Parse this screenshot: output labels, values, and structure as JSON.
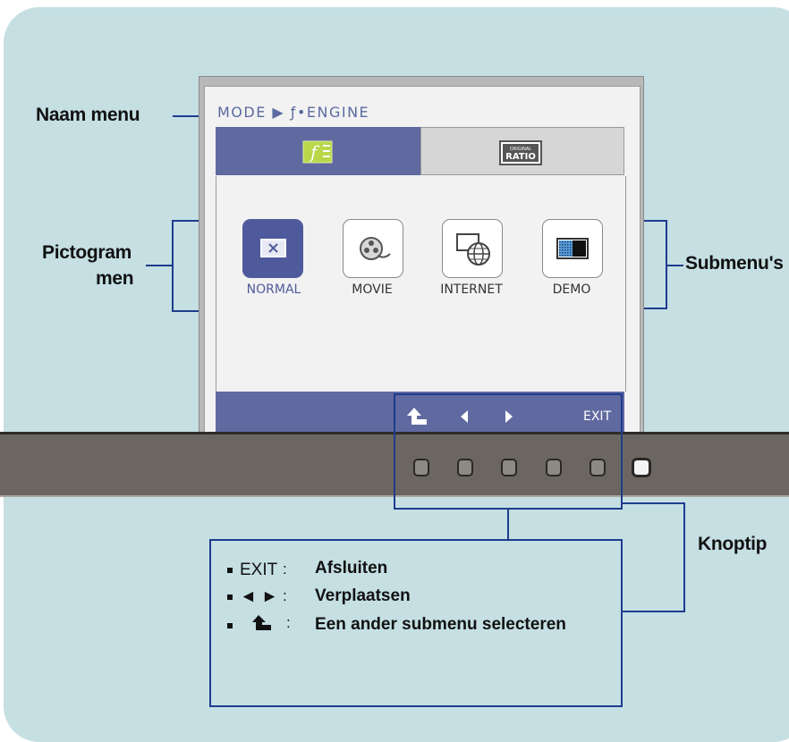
{
  "labels": {
    "naam_menu": "Naam menu",
    "pictogram_line1": "Pictogram",
    "pictogram_line2": "men",
    "submenus": "Submenu's",
    "knoptip": "Knoptip"
  },
  "osd": {
    "title": "MODE ▶ ƒ•ENGINE",
    "tab2_line1": "ORIGINAL",
    "tab2_line2": "RATIO",
    "icons": [
      {
        "label": "NORMAL",
        "icon": "x-box-icon",
        "selected": true
      },
      {
        "label": "MOVIE",
        "icon": "film-reel-icon",
        "selected": false
      },
      {
        "label": "INTERNET",
        "icon": "globe-screen-icon",
        "selected": false
      },
      {
        "label": "DEMO",
        "icon": "split-screen-icon",
        "selected": false
      }
    ],
    "bottom_exit": "EXIT"
  },
  "help": {
    "rows": [
      {
        "key": "EXIT",
        "sep": ":",
        "desc": "Afsluiten"
      },
      {
        "key": "◄ ►",
        "sep": ":",
        "desc": "Verplaatsen"
      },
      {
        "key": "",
        "sep": ":",
        "desc": "Een ander submenu selecteren"
      }
    ]
  },
  "colors": {
    "background": "#c5dfe3",
    "osd_accent": "#6069a0",
    "line": "#1e3c8c",
    "bezel": "#6b6661"
  }
}
